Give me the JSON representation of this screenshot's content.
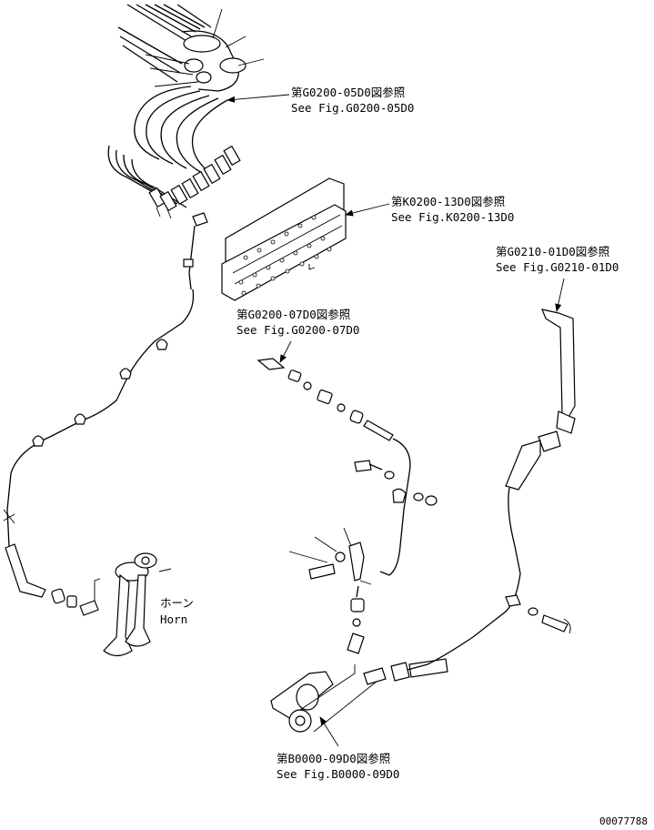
{
  "references": {
    "g0200_05d0": {
      "jp": "第G0200-05D0図参照",
      "en": "See Fig.G0200-05D0"
    },
    "k0200_13d0": {
      "jp": "第K0200-13D0図参照",
      "en": "See Fig.K0200-13D0"
    },
    "g0210_01d0": {
      "jp": "第G0210-01D0図参照",
      "en": "See Fig.G0210-01D0"
    },
    "g0200_07d0": {
      "jp": "第G0200-07D0図参照",
      "en": "See Fig.G0200-07D0"
    },
    "b0000_09d0": {
      "jp": "第B0000-09D0図参照",
      "en": "See Fig.B0000-09D0"
    }
  },
  "horn": {
    "jp": "ホーン",
    "en": "Horn"
  },
  "drawing_number": "00077788"
}
